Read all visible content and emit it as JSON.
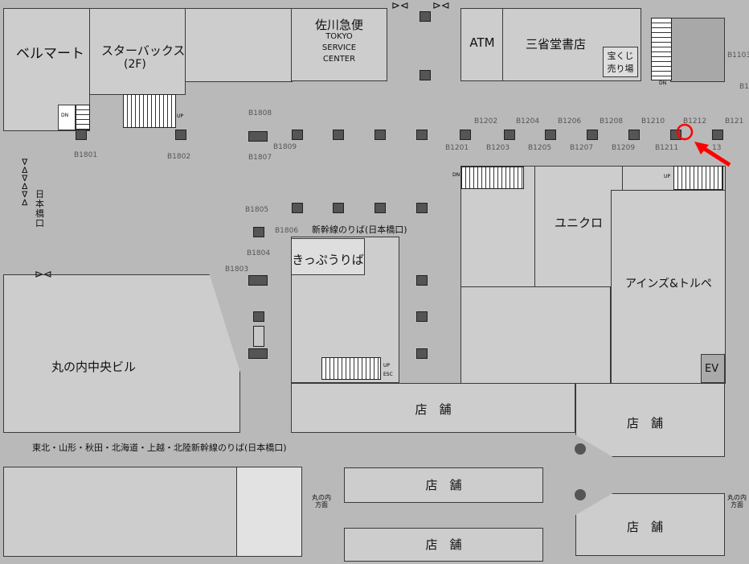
{
  "shops": {
    "bellmart": "ベルマート",
    "starbucks": "スターバックス",
    "starbucks_floor": "(2F)",
    "sagawa": "佐川急便",
    "sagawa_en1": "TOKYO",
    "sagawa_en2": "SERVICE",
    "sagawa_en3": "CENTER",
    "atm": "ATM",
    "sanseido": "三省堂書店",
    "takarakuji1": "宝くじ",
    "takarakuji2": "売り場",
    "uniqlo": "ユニクロ",
    "ains": "アインズ&トルペ",
    "kippu": "きっぷうりば",
    "marunouchi_bldg": "丸の内中央ビル",
    "store": "店　舗",
    "ev": "EV"
  },
  "exits": {
    "nihonbashi": "日本橋口",
    "shinkansen": "新幹線のりば(日本橋口)",
    "tohoku": "東北・山形・秋田・北海道・上越・北陸新幹線のりば(日本橋口)",
    "marunouchi_dir": "丸の内\n方面"
  },
  "stairs_labels": {
    "dn": "DN",
    "up": "UP",
    "esc": "ESC"
  },
  "pillar_labels": {
    "b1801": "B1801",
    "b1802": "B1802",
    "b1803": "B1803",
    "b1804": "B1804",
    "b1805": "B1805",
    "b1806": "B1806",
    "b1807": "B1807",
    "b1808": "B1808",
    "b1809": "B1809",
    "b1103": "B1103",
    "b11": "B1",
    "b1201": "B1201",
    "b1202": "B1202",
    "b1203": "B1203",
    "b1204": "B1204",
    "b1205": "B1205",
    "b1206": "B1206",
    "b1207": "B1207",
    "b1208": "B1208",
    "b1209": "B1209",
    "b1210": "B1210",
    "b1211": "B1211",
    "b1212": "B1212",
    "b1213": "13",
    "b1214": "B121"
  },
  "marker": {
    "color": "#ff0000"
  }
}
